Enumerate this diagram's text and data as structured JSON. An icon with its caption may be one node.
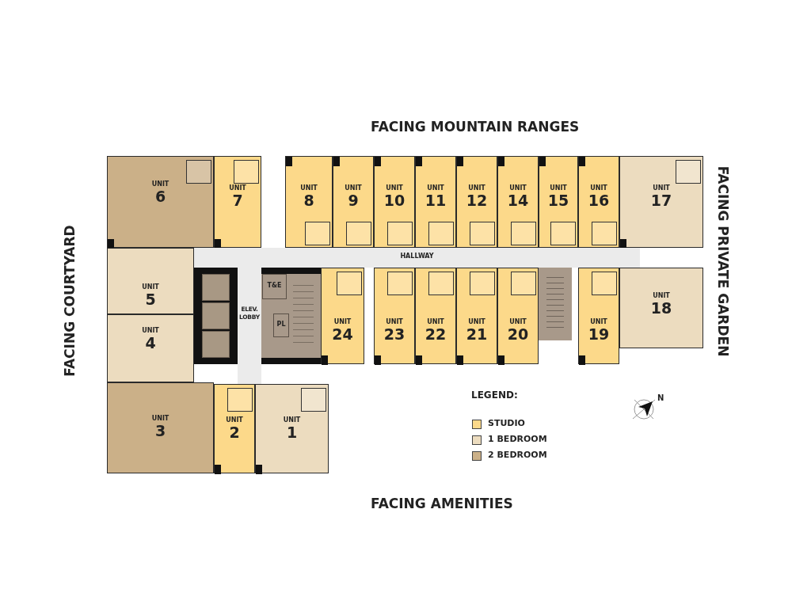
{
  "diagram": {
    "nodes": [
      {
        "text": [
          "UNIT",
          "6"
        ]
      },
      {
        "text": [
          "UNIT",
          "7"
        ]
      },
      {
        "text": [
          "UNIT",
          "8"
        ]
      },
      {
        "text": [
          "UNIT",
          "9"
        ]
      },
      {
        "text": [
          "UNIT",
          "10"
        ]
      },
      {
        "text": [
          "UNIT",
          "11"
        ]
      },
      {
        "text": [
          "UNIT",
          "12"
        ]
      },
      {
        "text": [
          "UNIT",
          "14"
        ]
      },
      {
        "text": [
          "UNIT",
          "15"
        ]
      },
      {
        "text": [
          "UNIT",
          "16"
        ]
      },
      {
        "text": [
          "UNIT",
          "17"
        ]
      },
      {
        "text": [
          "HALLWAY"
        ]
      },
      {
        "text": [
          "UNIT",
          "5"
        ]
      },
      {
        "text": [
          "ELEV. LOBBY"
        ]
      },
      {
        "text": [
          "T&E"
        ]
      },
      {
        "text": [
          "PL"
        ]
      },
      {
        "text": [
          "UNIT",
          "24"
        ]
      },
      {
        "text": [
          "UNIT",
          "23"
        ]
      },
      {
        "text": [
          "UNIT",
          "22"
        ]
      },
      {
        "text": [
          "UNIT",
          "21"
        ]
      },
      {
        "text": [
          "UNIT",
          "20"
        ]
      },
      {
        "text": [
          "UNIT",
          "19"
        ]
      },
      {
        "text": [
          "UNIT",
          "18"
        ]
      },
      {
        "text": [
          "UNIT",
          "4"
        ]
      },
      {
        "text": [
          "UNIT",
          "3"
        ]
      },
      {
        "text": [
          "UNIT",
          "2"
        ]
      },
      {
        "text": [
          "UNIT",
          "1"
        ]
      }
    ],
    "labels": [
      "FACING MOUNTAIN RANGES",
      "FACING COURTYARD",
      "FACING PRIVATE GARDEN",
      "N",
      "LEGEND:",
      "FACING AMENITIES"
    ],
    "legend": [
      {
        "text": "STUDIO",
        "color": "#fcd98a"
      },
      {
        "text": "1 BEDROOM",
        "color": "#ecdcbf"
      },
      {
        "text": "2 BEDROOM",
        "color": "#cbb088"
      }
    ]
  }
}
